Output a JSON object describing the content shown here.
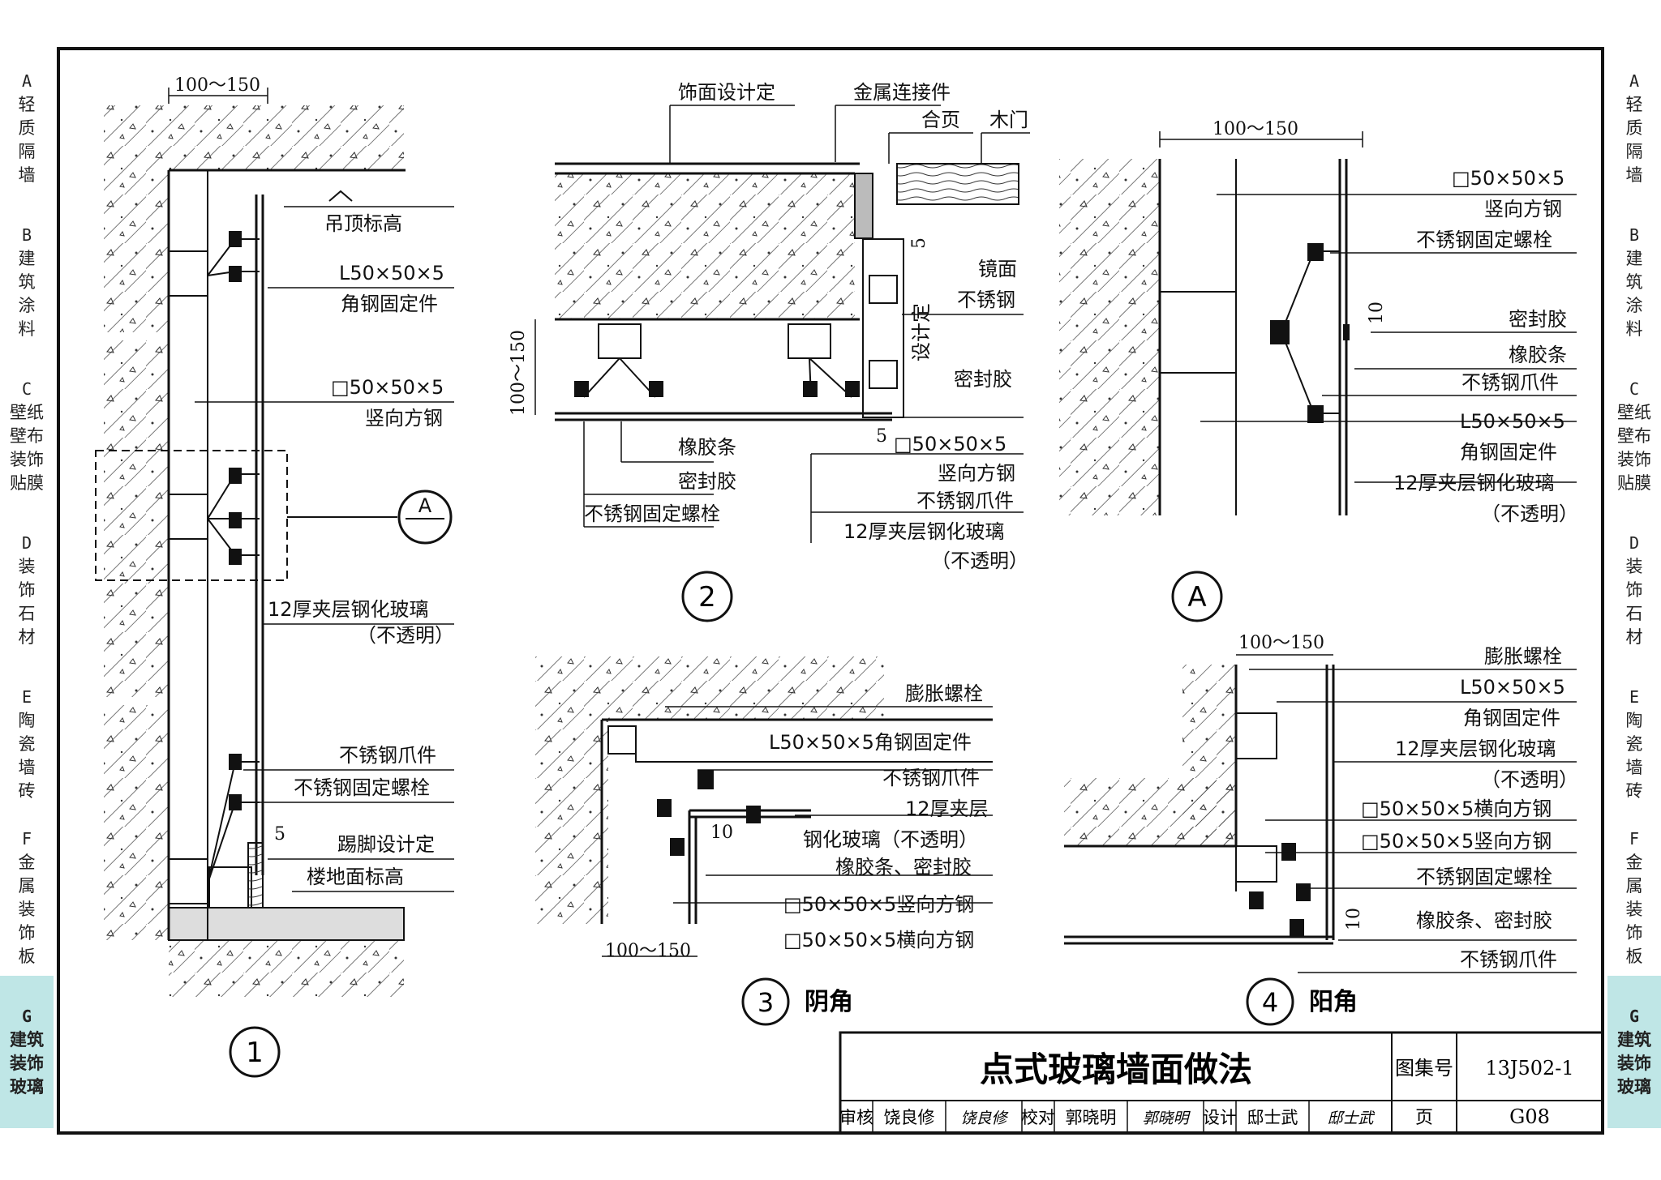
{
  "side_tabs": [
    {
      "letter": "A",
      "text": [
        "轻",
        "质",
        "隔",
        "墙"
      ]
    },
    {
      "letter": "B",
      "text": [
        "建",
        "筑",
        "涂",
        "料"
      ]
    },
    {
      "letter": "C",
      "text": [
        "壁纸",
        "壁布",
        "装饰",
        "贴膜"
      ]
    },
    {
      "letter": "D",
      "text": [
        "装",
        "饰",
        "石",
        "材"
      ]
    },
    {
      "letter": "E",
      "text": [
        "陶",
        "瓷",
        "墙",
        "砖"
      ]
    },
    {
      "letter": "F",
      "text": [
        "金",
        "属",
        "装",
        "饰",
        "板"
      ]
    },
    {
      "letter": "G",
      "text": [
        "建筑",
        "装饰",
        "玻璃"
      ]
    }
  ],
  "active_tab": "G",
  "colors": {
    "tab_active": "#bfe6e6",
    "line": "#111111"
  },
  "detail1": {
    "dim": "100～150",
    "labels": [
      "吊顶标高",
      "L50×50×5",
      "角钢固定件",
      "□50×50×5",
      "竖向方钢",
      "12厚夹层钢化玻璃",
      "（不透明）",
      "不锈钢爪件",
      "不锈钢固定螺栓",
      "5",
      "踢脚设计定",
      "楼地面标高"
    ],
    "callout": "A",
    "number": "1"
  },
  "detail2": {
    "labels": [
      "饰面设计定",
      "金属连接件",
      "合页",
      "木门",
      "5",
      "镜面",
      "不锈钢",
      "设计定",
      "密封胶",
      "100～150",
      "5",
      "□50×50×5",
      "竖向方钢",
      "不锈钢爪件",
      "12厚夹层钢化玻璃",
      "（不透明）",
      "橡胶条",
      "密封胶",
      "不锈钢固定螺栓"
    ],
    "number": "2"
  },
  "detailA": {
    "dim": "100～150",
    "labels": [
      "□50×50×5",
      "竖向方钢",
      "不锈钢固定螺栓",
      "10",
      "密封胶",
      "橡胶条",
      "不锈钢爪件",
      "L50×50×5",
      "角钢固定件",
      "12厚夹层钢化玻璃",
      "（不透明）"
    ],
    "number": "A"
  },
  "detail3": {
    "labels": [
      "膨胀螺栓",
      "L50×50×5角钢固定件",
      "不锈钢爪件",
      "12厚夹层",
      "钢化玻璃（不透明）",
      "橡胶条、密封胶",
      "10",
      "□50×50×5竖向方钢",
      "□50×50×5横向方钢",
      "100～150"
    ],
    "number": "3",
    "caption": "阴角"
  },
  "detail4": {
    "dim": "100～150",
    "labels": [
      "膨胀螺栓",
      "L50×50×5",
      "角钢固定件",
      "12厚夹层钢化玻璃",
      "（不透明）",
      "□50×50×5横向方钢",
      "□50×50×5竖向方钢",
      "不锈钢固定螺栓",
      "10",
      "橡胶条、密封胶",
      "不锈钢爪件"
    ],
    "number": "4",
    "caption": "阳角"
  },
  "title_block": {
    "title": "点式玻璃墙面做法",
    "atlas_label": "图集号",
    "atlas_no": "13J502-1",
    "page_label": "页",
    "page_no": "G08",
    "row": [
      "审核",
      "饶良修",
      "饶良修",
      "校对",
      "郭晓明",
      "郭晓明",
      "设计",
      "邸士武",
      "邸士武"
    ]
  }
}
